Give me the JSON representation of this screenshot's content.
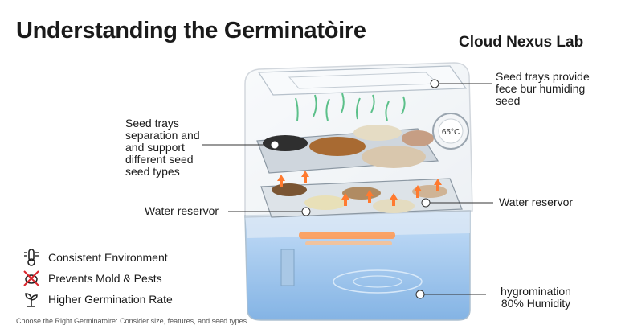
{
  "title": "Understanding the Germinatòire",
  "brand": "Cloud Nexus Lab",
  "callouts": {
    "top_right": "Seed trays provide fece bur humiding seed",
    "left": "Seed trays separation and and support different seed seed types",
    "water_left": "Water reservor",
    "water_right": "Water reservor",
    "humidity": "hygromination 80% Humidity"
  },
  "gauge": {
    "value": "65°C"
  },
  "features": [
    {
      "icon": "thermometer-icon",
      "label": "Consistent Environment"
    },
    {
      "icon": "no-pests-icon",
      "label": "Prevents Mold & Pests"
    },
    {
      "icon": "sprout-icon",
      "label": "Higher Germination Rate"
    }
  ],
  "footer": "Choose the Right Germinatoire: Consider size, features, and seed types",
  "colors": {
    "water": "#7fb3e8",
    "heating": "#ff8a3d",
    "sprout": "#5cc08a",
    "arrow": "#ff7a2f",
    "pest_x": "#d9262c"
  }
}
